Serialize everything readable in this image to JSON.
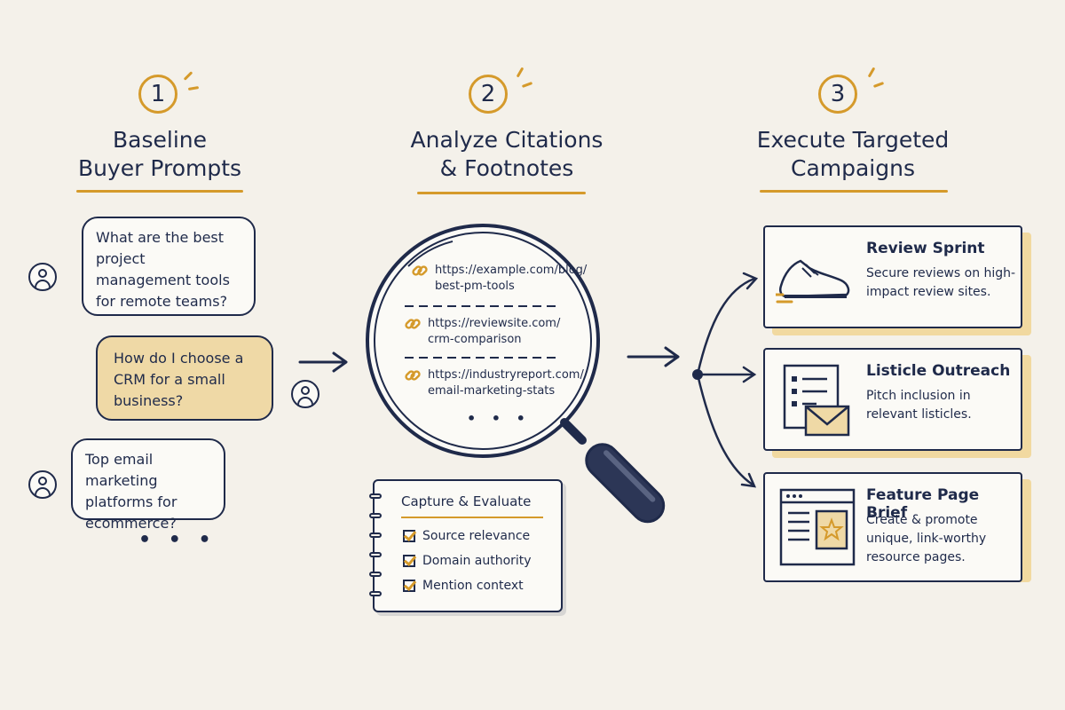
{
  "steps": [
    {
      "number": "1",
      "title_line1": "Baseline",
      "title_line2": "Buyer Prompts"
    },
    {
      "number": "2",
      "title_line1": "Analyze Citations",
      "title_line2": "& Footnotes"
    },
    {
      "number": "3",
      "title_line1": "Execute Targeted",
      "title_line2": "Campaigns"
    }
  ],
  "prompts": [
    "What are the best project management tools for remote teams?",
    "How do I choose a CRM for a small business?",
    "Top email marketing platforms for ecommerce?"
  ],
  "prompts_more": "• • •",
  "citations": [
    {
      "line1": "https://example.com/blog/",
      "line2": "best-pm-tools"
    },
    {
      "line1": "https://reviewsite.com/",
      "line2": "crm-comparison"
    },
    {
      "line1": "https://industryreport.com/",
      "line2": "email-marketing-stats"
    }
  ],
  "citations_more": "• • •",
  "evaluate": {
    "title": "Capture & Evaluate",
    "items": [
      "Source relevance",
      "Domain authority",
      "Mention context"
    ]
  },
  "campaigns": [
    {
      "title": "Review Sprint",
      "description": "Secure reviews on high-impact review sites.",
      "icon": "sneaker-icon"
    },
    {
      "title": "Listicle Outreach",
      "description": "Pitch inclusion in relevant listicles.",
      "icon": "list-envelope-icon"
    },
    {
      "title": "Feature Page Brief",
      "description": "Create & promote unique, link-worthy resource pages.",
      "icon": "browser-star-icon"
    }
  ],
  "colors": {
    "ink": "#1f2a4a",
    "accent": "#d59a2b",
    "highlight": "#efd9a6",
    "background": "#f4f1ea"
  }
}
